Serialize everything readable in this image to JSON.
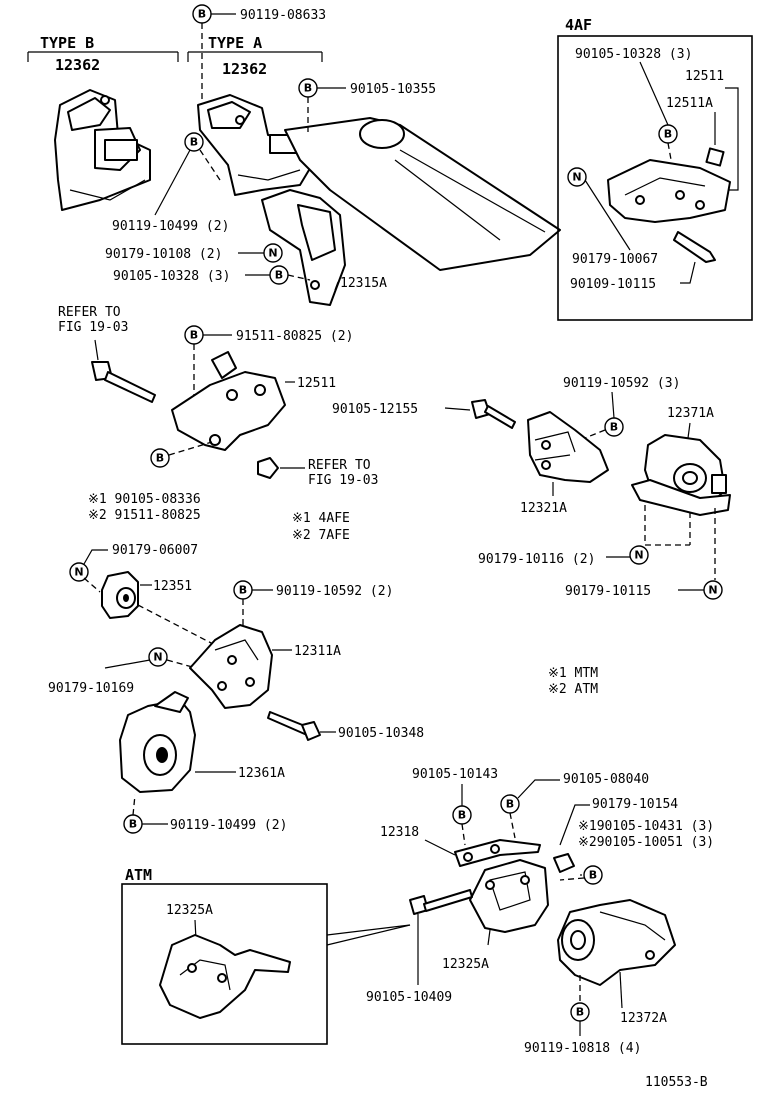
{
  "labels": {
    "type_b": "TYPE B",
    "type_a": "TYPE A",
    "p12362_b": "12362",
    "p12362_a": "12362",
    "p90119_08633": "90119-08633",
    "p90105_10355": "90105-10355",
    "p90119_10499_a": "90119-10499 (2)",
    "p90179_10108": "90179-10108 (2)",
    "p90105_10328_a": "90105-10328 (3)",
    "p12315A": "12315A",
    "af_title": "4AF",
    "af_90105_10328": "90105-10328 (3)",
    "af_12511": "12511",
    "af_12511A": "12511A",
    "af_90179_10067": "90179-10067",
    "af_90109_10115": "90109-10115",
    "refer1_l1": "REFER TO",
    "refer1_l2": "FIG 19-03",
    "p91511_80825_top": "91511-80825 (2)",
    "p12511": "12511",
    "refer2_l1": "REFER TO",
    "refer2_l2": "FIG 19-03",
    "note1": "※1 90105-08336",
    "note2": "※2 91511-80825",
    "key1": "※1  4AFE",
    "key2": "※2  7AFE",
    "p90119_10592_3": "90119-10592 (3)",
    "p90105_12155": "90105-12155",
    "p12371A": "12371A",
    "p12321A": "12321A",
    "p90179_10116": "90179-10116 (2)",
    "p90179_10115": "90179-10115",
    "p90179_06007": "90179-06007",
    "p12351": "12351",
    "p90119_10592_2": "90119-10592 (2)",
    "p12311A": "12311A",
    "p90179_10169": "90179-10169",
    "mtm": "※1  MTM",
    "atm": "※2  ATM",
    "p90105_10348": "90105-10348",
    "p12361A": "12361A",
    "p90119_10499_b": "90119-10499 (2)",
    "p90105_10143": "90105-10143",
    "p90105_08040": "90105-08040",
    "p90179_10154": "90179-10154",
    "p12318": "12318",
    "n1_90105_10431": "※190105-10431 (3)",
    "n2_90105_10051": "※290105-10051 (3)",
    "atm_title": "ATM",
    "atm_12325A": "12325A",
    "p12325A": "12325A",
    "p90105_10409": "90105-10409",
    "p12372A": "12372A",
    "p90119_10818": "90119-10818 (4)",
    "figure_no": "110553-B"
  },
  "callout_letters": {
    "bolt": "B",
    "nut": "N"
  }
}
